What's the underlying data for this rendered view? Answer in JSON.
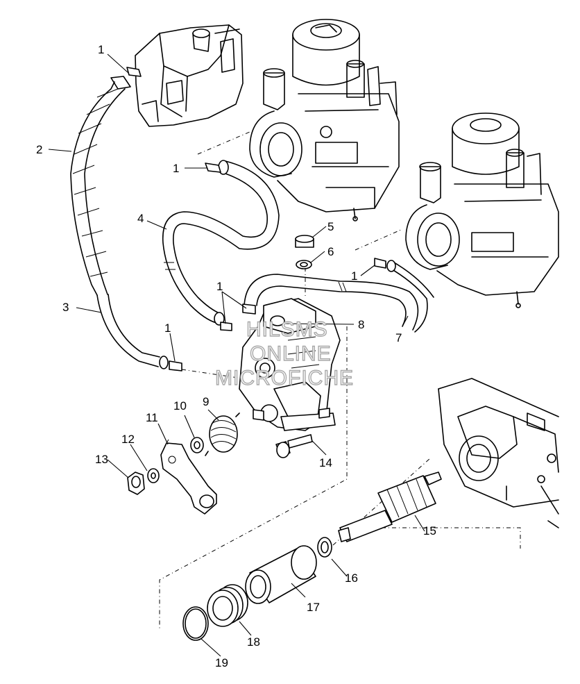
{
  "diagram": {
    "callouts": [
      {
        "id": "c1a",
        "label": "1"
      },
      {
        "id": "c2",
        "label": "2"
      },
      {
        "id": "c1b",
        "label": "1"
      },
      {
        "id": "c4",
        "label": "4"
      },
      {
        "id": "c5",
        "label": "5"
      },
      {
        "id": "c6",
        "label": "6"
      },
      {
        "id": "c1c",
        "label": "1"
      },
      {
        "id": "c3",
        "label": "3"
      },
      {
        "id": "c1d",
        "label": "1"
      },
      {
        "id": "c8",
        "label": "8"
      },
      {
        "id": "c7",
        "label": "7"
      },
      {
        "id": "c1e",
        "label": "1"
      },
      {
        "id": "c10",
        "label": "10"
      },
      {
        "id": "c9",
        "label": "9"
      },
      {
        "id": "c11",
        "label": "11"
      },
      {
        "id": "c12",
        "label": "12"
      },
      {
        "id": "c13",
        "label": "13"
      },
      {
        "id": "c14",
        "label": "14"
      },
      {
        "id": "c15",
        "label": "15"
      },
      {
        "id": "c16",
        "label": "16"
      },
      {
        "id": "c17",
        "label": "17"
      },
      {
        "id": "c18",
        "label": "18"
      },
      {
        "id": "c19",
        "label": "19"
      }
    ],
    "watermark": [
      "HILSMS",
      "ONLINE",
      "MICROFICHE"
    ]
  }
}
